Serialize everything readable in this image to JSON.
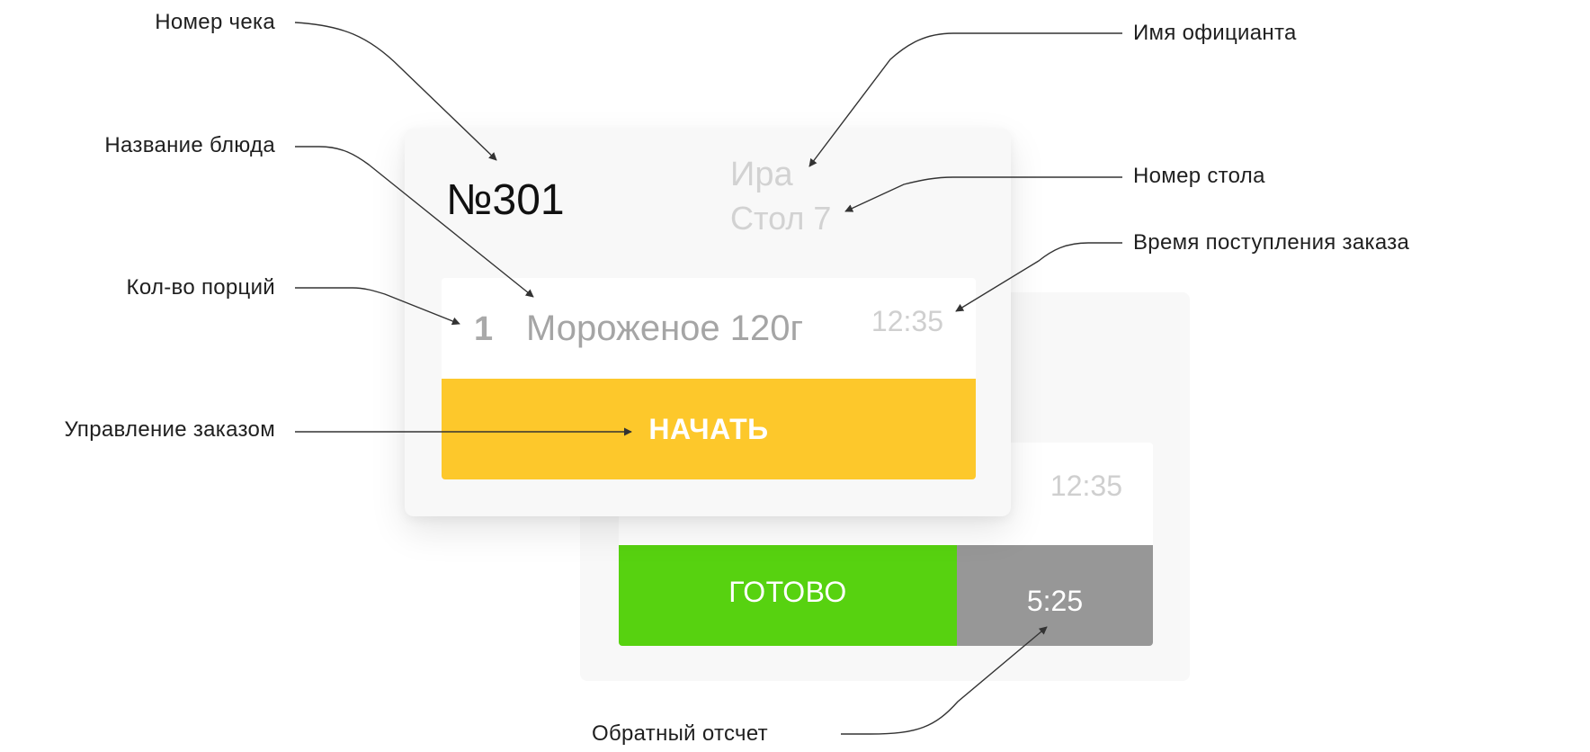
{
  "annotations": {
    "check_number": "Номер чека",
    "dish_name": "Название блюда",
    "portions": "Кол-во порций",
    "order_control": "Управление заказом",
    "waiter_name": "Имя официанта",
    "table_number": "Номер стола",
    "order_time": "Время поступления заказа",
    "countdown": "Обратный отсчет"
  },
  "front_card": {
    "check_number": "№301",
    "waiter": "Ира",
    "table": "Стол 7",
    "item": {
      "qty": "1",
      "name": "Мороженое 120г",
      "time": "12:35"
    },
    "action_label": "НАЧАТЬ",
    "action_color": "#fdc82b"
  },
  "back_card": {
    "time": "12:35",
    "done_label": "ГОТОВО",
    "done_color": "#57d210",
    "countdown": "5:25",
    "countdown_color": "#979797"
  }
}
